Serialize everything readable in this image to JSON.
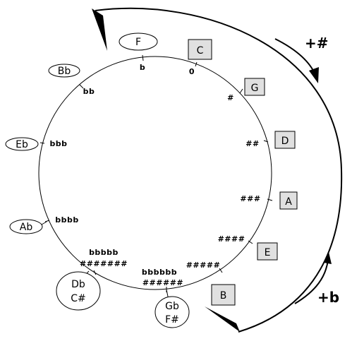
{
  "sharp_keys": [
    {
      "name": "C",
      "acc": "0"
    },
    {
      "name": "G",
      "acc": "#"
    },
    {
      "name": "D",
      "acc": "##"
    },
    {
      "name": "A",
      "acc": "###"
    },
    {
      "name": "E",
      "acc": "####"
    },
    {
      "name": "B",
      "acc": "#####"
    }
  ],
  "flat_keys": [
    {
      "name": "F",
      "acc": "b"
    },
    {
      "name": "Bb",
      "acc": "bb"
    },
    {
      "name": "Eb",
      "acc": "bbb"
    },
    {
      "name": "Ab",
      "acc": "bbbb"
    }
  ],
  "enharmonic_keys": [
    {
      "flat": "Db",
      "sharp": "C#",
      "flat_acc": "bbbbb",
      "sharp_acc": "#######"
    },
    {
      "flat": "Gb",
      "sharp": "F#",
      "flat_acc": "bbbbbb",
      "sharp_acc": "######"
    }
  ],
  "arrows": {
    "sharp_direction": "+#",
    "flat_direction": "+b"
  }
}
